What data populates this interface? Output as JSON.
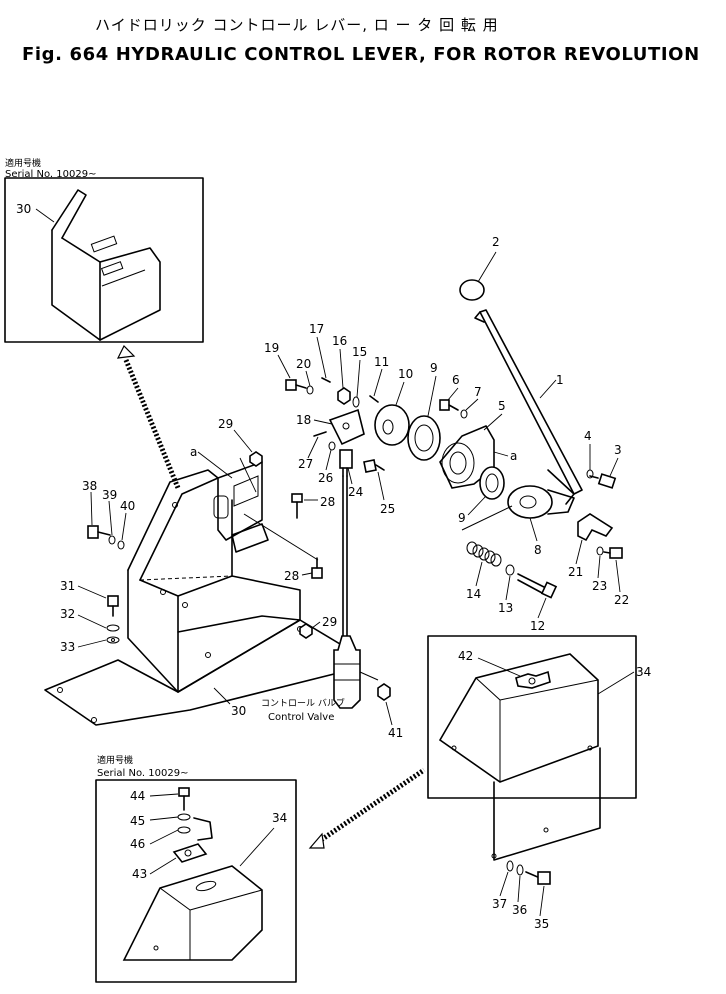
{
  "title": {
    "japanese": "ハイドロリック コントロール レバー, ロ ー タ 回 転 用",
    "english": "Fig. 664 HYDRAULIC CONTROL LEVER, FOR ROTOR REVOLUTION"
  },
  "inset_top": {
    "applicable_label": "適用号機",
    "serial": "Serial No. 10029~"
  },
  "inset_bottom": {
    "applicable_label": "適用号機",
    "serial": "Serial No. 10029~"
  },
  "control_valve": {
    "label_jp": "コントロール バルブ",
    "label_en": "Control Valve"
  },
  "ref_letter": "a",
  "callouts": [
    "1",
    "2",
    "3",
    "4",
    "5",
    "6",
    "7",
    "8",
    "9",
    "10",
    "11",
    "12",
    "13",
    "14",
    "15",
    "16",
    "17",
    "18",
    "19",
    "20",
    "21",
    "22",
    "23",
    "24",
    "25",
    "26",
    "27",
    "28",
    "29",
    "30",
    "31",
    "32",
    "33",
    "34",
    "35",
    "36",
    "37",
    "38",
    "39",
    "40",
    "41",
    "42",
    "43",
    "44",
    "45",
    "46"
  ],
  "labels": {
    "c1": "1",
    "c2": "2",
    "c3": "3",
    "c4": "4",
    "c5": "5",
    "c6": "6",
    "c7": "7",
    "c8": "8",
    "c9a": "9",
    "c9b": "9",
    "c10": "10",
    "c11": "11",
    "c12": "12",
    "c13": "13",
    "c14": "14",
    "c15": "15",
    "c16": "16",
    "c17": "17",
    "c18": "18",
    "c19": "19",
    "c20": "20",
    "c21": "21",
    "c22": "22",
    "c23": "23",
    "c24": "24",
    "c25": "25",
    "c26": "26",
    "c27": "27",
    "c28a": "28",
    "c28b": "28",
    "c29a": "29",
    "c29b": "29",
    "c30a": "30",
    "c30b": "30",
    "c31": "31",
    "c32": "32",
    "c33": "33",
    "c34a": "34",
    "c34b": "34",
    "c35": "35",
    "c36": "36",
    "c37": "37",
    "c38": "38",
    "c39": "39",
    "c40": "40",
    "c41": "41",
    "c42": "42",
    "c43": "43",
    "c44": "44",
    "c45": "45",
    "c46": "46",
    "a1": "a",
    "a2": "a"
  }
}
